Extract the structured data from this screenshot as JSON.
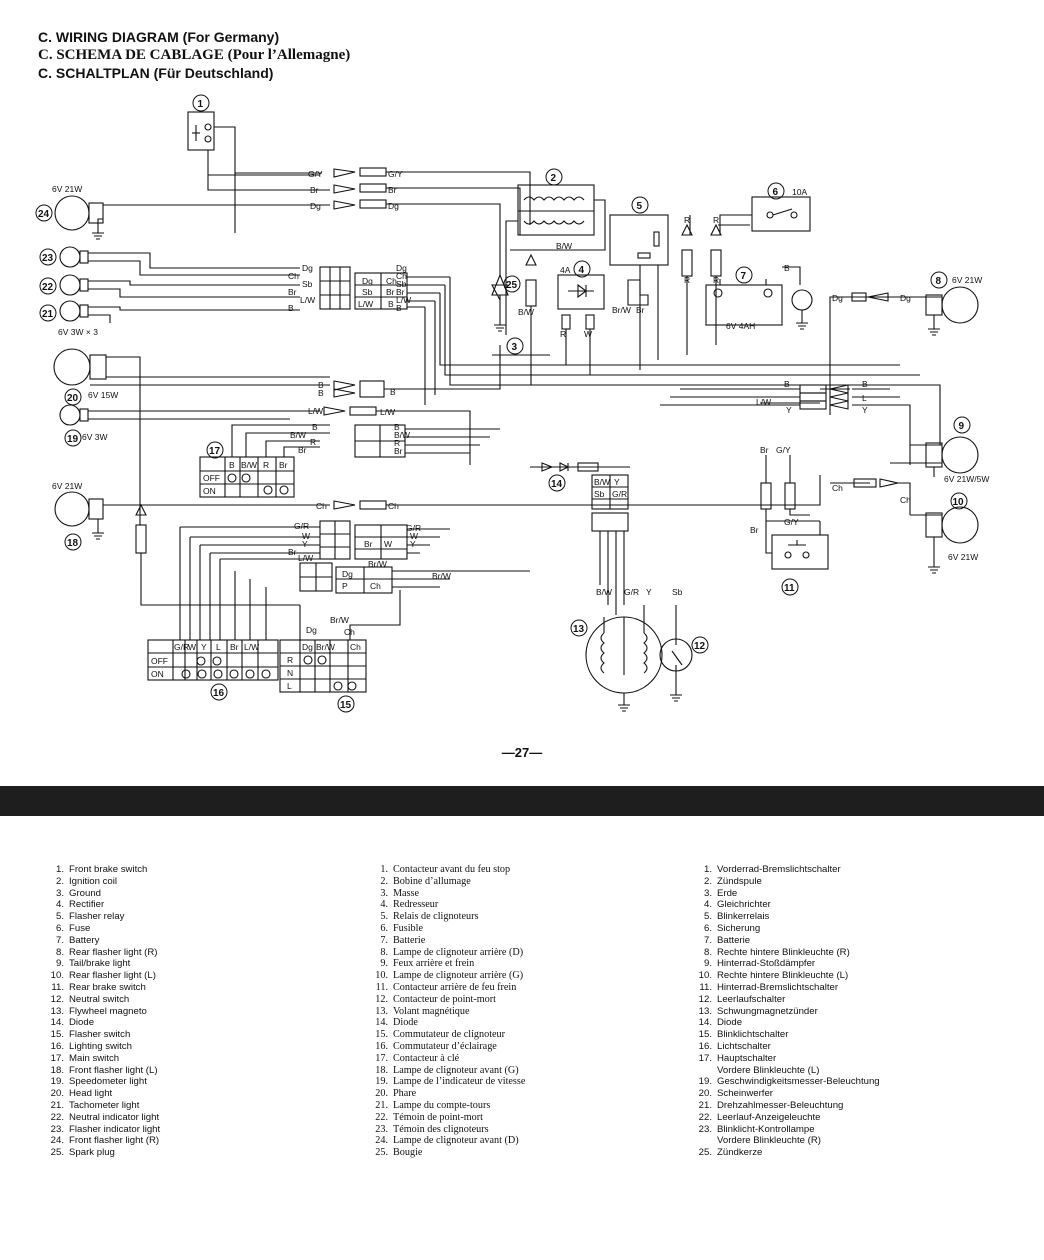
{
  "titles": {
    "en": "C. WIRING DIAGRAM (For Germany)",
    "fr": "C. SCHEMA DE CABLAGE (Pour l’Allemagne)",
    "de": "C. SCHALTPLAN (Für Deutschland)"
  },
  "page_number": "—27—",
  "diagram": {
    "bulbs": {
      "b24": "6V 21W",
      "b8": "6V 21W",
      "b_ind": "6V 3W × 3",
      "b20": "6V 15W",
      "b19": "6V 3W",
      "b18": "6V 21W",
      "b9": "6V 21W/5W",
      "b10": "6V 21W"
    },
    "fuse": "10A",
    "battery": "6V 4AH",
    "diode_rating": "4A",
    "wires": {
      "gy": "G/Y",
      "br": "Br",
      "dg": "Dg",
      "ch": "Ch",
      "sb": "Sb",
      "lw": "L/W",
      "b": "B",
      "bw": "B/W",
      "r": "R",
      "w": "W",
      "y": "Y",
      "gr": "G/R",
      "brw": "Br/W",
      "l": "L",
      "p": "P",
      "bbw": "B/W"
    },
    "switch_labels": {
      "off": "OFF",
      "on": "ON",
      "r": "R",
      "n": "N",
      "l": "L"
    },
    "callouts": [
      "1",
      "2",
      "3",
      "4",
      "5",
      "6",
      "7",
      "8",
      "9",
      "10",
      "11",
      "12",
      "13",
      "14",
      "15",
      "16",
      "17",
      "18",
      "19",
      "20",
      "21",
      "22",
      "23",
      "24",
      "25"
    ]
  },
  "legend": {
    "en": [
      {
        "n": "1.",
        "t": "Front brake switch"
      },
      {
        "n": "2.",
        "t": "Ignition coil"
      },
      {
        "n": "3.",
        "t": "Ground"
      },
      {
        "n": "4.",
        "t": "Rectifier"
      },
      {
        "n": "5.",
        "t": "Flasher relay"
      },
      {
        "n": "6.",
        "t": "Fuse"
      },
      {
        "n": "7.",
        "t": "Battery"
      },
      {
        "n": "8.",
        "t": "Rear flasher light (R)"
      },
      {
        "n": "9.",
        "t": "Tail/brake light"
      },
      {
        "n": "10.",
        "t": "Rear flasher light (L)"
      },
      {
        "n": "11.",
        "t": "Rear brake switch"
      },
      {
        "n": "12.",
        "t": "Neutral switch"
      },
      {
        "n": "13.",
        "t": "Flywheel magneto"
      },
      {
        "n": "14.",
        "t": "Diode"
      },
      {
        "n": "15.",
        "t": "Flasher switch"
      },
      {
        "n": "16.",
        "t": "Lighting switch"
      },
      {
        "n": "17.",
        "t": "Main switch"
      },
      {
        "n": "18.",
        "t": "Front flasher light (L)"
      },
      {
        "n": "19.",
        "t": "Speedometer light"
      },
      {
        "n": "20.",
        "t": "Head light"
      },
      {
        "n": "21.",
        "t": "Tachometer light"
      },
      {
        "n": "22.",
        "t": "Neutral indicator light"
      },
      {
        "n": "23.",
        "t": "Flasher indicator light"
      },
      {
        "n": "24.",
        "t": "Front flasher light (R)"
      },
      {
        "n": "25.",
        "t": "Spark plug"
      }
    ],
    "fr": [
      {
        "n": "1.",
        "t": "Contacteur avant du feu stop"
      },
      {
        "n": "2.",
        "t": "Bobine d’allumage"
      },
      {
        "n": "3.",
        "t": "Masse"
      },
      {
        "n": "4.",
        "t": "Redresseur"
      },
      {
        "n": "5.",
        "t": "Relais de clignoteurs"
      },
      {
        "n": "6.",
        "t": "Fusible"
      },
      {
        "n": "7.",
        "t": "Batterie"
      },
      {
        "n": "8.",
        "t": "Lampe de clignoteur arrière (D)"
      },
      {
        "n": "9.",
        "t": "Feux arrière et frein"
      },
      {
        "n": "10.",
        "t": "Lampe de clignoteur arrière (G)"
      },
      {
        "n": "11.",
        "t": "Contacteur arrière de feu frein"
      },
      {
        "n": "12.",
        "t": "Contacteur de point-mort"
      },
      {
        "n": "13.",
        "t": "Volant magnétique"
      },
      {
        "n": "14.",
        "t": "Diode"
      },
      {
        "n": "15.",
        "t": "Commutateur de clignoteur"
      },
      {
        "n": "16.",
        "t": "Commutateur d’éclairage"
      },
      {
        "n": "17.",
        "t": "Contacteur à clé"
      },
      {
        "n": "18.",
        "t": "Lampe de clignoteur avant (G)"
      },
      {
        "n": "19.",
        "t": "Lampe de l’indicateur de vitesse"
      },
      {
        "n": "20.",
        "t": "Phare"
      },
      {
        "n": "21.",
        "t": "Lampe du compte-tours"
      },
      {
        "n": "22.",
        "t": "Témoin de point-mort"
      },
      {
        "n": "23.",
        "t": "Témoin des clignoteurs"
      },
      {
        "n": "24.",
        "t": "Lampe de clignoteur avant (D)"
      },
      {
        "n": "25.",
        "t": "Bougie"
      }
    ],
    "de": [
      {
        "n": "1.",
        "t": "Vorderrad-Bremslichtschalter"
      },
      {
        "n": "2.",
        "t": "Zündspule"
      },
      {
        "n": "3.",
        "t": "Erde"
      },
      {
        "n": "4.",
        "t": "Gleichrichter"
      },
      {
        "n": "5.",
        "t": "Blinkerrelais"
      },
      {
        "n": "6.",
        "t": "Sicherung"
      },
      {
        "n": "7.",
        "t": "Batterie"
      },
      {
        "n": "8.",
        "t": "Rechte hintere Blinkleuchte (R)"
      },
      {
        "n": "9.",
        "t": "Hinterrad-Stoßdämpfer"
      },
      {
        "n": "10.",
        "t": "Rechte hintere Blinkleuchte (L)"
      },
      {
        "n": "11.",
        "t": "Hinterrad-Bremslichtschalter"
      },
      {
        "n": "12.",
        "t": "Leerlaufschalter"
      },
      {
        "n": "13.",
        "t": "Schwungmagnetzünder"
      },
      {
        "n": "14.",
        "t": "Diode"
      },
      {
        "n": "15.",
        "t": "Blinklichtschalter"
      },
      {
        "n": "16.",
        "t": "Lichtschalter"
      },
      {
        "n": "17.",
        "t": "Hauptschalter"
      },
      {
        "n": "",
        "t": "Vordere Blinkleuchte (L)"
      },
      {
        "n": "19.",
        "t": "Geschwindigkeitsmesser-Beleuchtung"
      },
      {
        "n": "20.",
        "t": "Scheinwerfer"
      },
      {
        "n": "21.",
        "t": "Drehzahlmesser-Beleuchtung"
      },
      {
        "n": "22.",
        "t": "Leerlauf-Anzeigeleuchte"
      },
      {
        "n": "23.",
        "t": "Blinklicht-Kontrollampe"
      },
      {
        "n": "",
        "t": "Vordere Blinkleuchte (R)"
      },
      {
        "n": "25.",
        "t": "Zündkerze"
      }
    ]
  }
}
